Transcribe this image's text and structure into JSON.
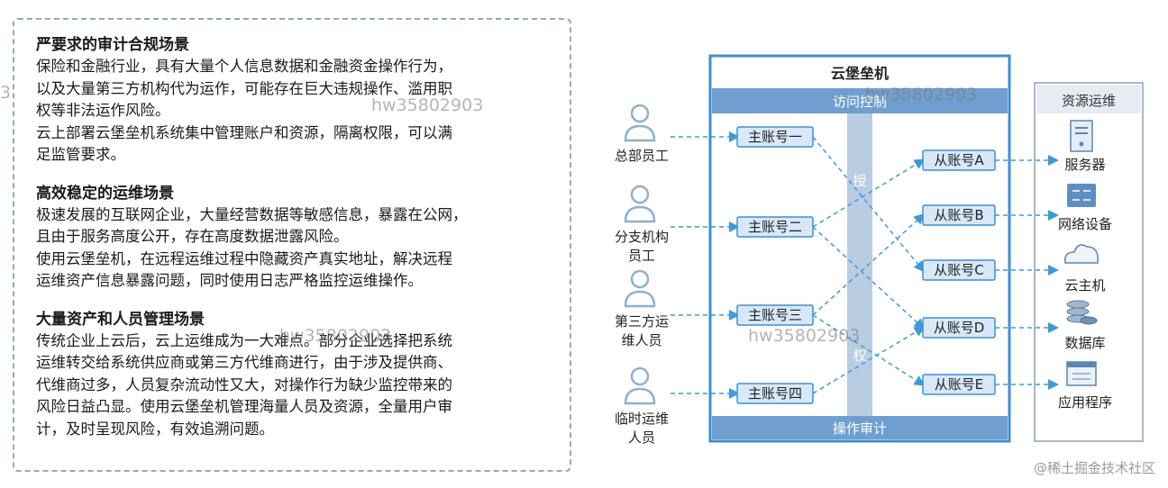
{
  "sections": [
    {
      "title": "严要求的审计合规场景",
      "body": "保险和金融行业，具有大量个人信息数据和金融资金操作行为，\n以及大量第三方机构代为运作，可能存在巨大违规操作、滥用职\n权等非法运作风险。\n云上部署云堡垒机系统集中管理账户和资源，隔离权限，可以满\n足监管要求。"
    },
    {
      "title": "高效稳定的运维场景",
      "body": "极速发展的互联网企业，大量经营数据等敏感信息，暴露在公网，\n且由于服务高度公开，存在高度数据泄露风险。\n使用云堡垒机，在远程运维过程中隐藏资产真实地址，解决远程\n运维资产信息暴露问题，同时使用日志严格监控运维操作。"
    },
    {
      "title": "大量资产和人员管理场景",
      "body": "传统企业上云后，云上运维成为一大难点。部分企业选择把系统\n运维转交给系统供应商或第三方代维商进行，由于涉及提供商、\n代维商过多，人员复杂流动性又大，对操作行为缺少监控带来的\n风险日益凸显。使用云堡垒机管理海量人员及资源，全量用户审\n计，及时呈现风险，有效追溯问题。"
    }
  ],
  "diagram": {
    "bastion_title": "云堡垒机",
    "access_control": "访问控制",
    "operation_audit": "操作审计",
    "authorize_chars": [
      "授",
      "权"
    ],
    "users": [
      {
        "lines": [
          "总部员工"
        ]
      },
      {
        "lines": [
          "分支机构",
          "员工"
        ]
      },
      {
        "lines": [
          "第三方运",
          "维人员"
        ]
      },
      {
        "lines": [
          "临时运维",
          "人员"
        ]
      }
    ],
    "main_accounts": [
      "主账号一",
      "主账号二",
      "主账号三",
      "主账号四"
    ],
    "sub_accounts": [
      "从账号A",
      "从账号B",
      "从账号C",
      "从账号D",
      "从账号E"
    ],
    "resource_title": "资源运维",
    "resources": [
      {
        "label": "服务器",
        "icon": "server-icon"
      },
      {
        "label": "网络设备",
        "icon": "network-device-icon"
      },
      {
        "label": "云主机",
        "icon": "cloud-host-icon"
      },
      {
        "label": "数据库",
        "icon": "database-icon"
      },
      {
        "label": "应用程序",
        "icon": "application-icon"
      }
    ],
    "colors": {
      "frame": "#3f8fd2",
      "band": "#6f9fd0",
      "box_fill": "#d8e8f8",
      "box_border": "#3f8fd2",
      "arrow": "#3e9ad8",
      "person": "#8fb0cc"
    }
  },
  "watermarks": [
    "hw35802903",
    "hw35802903",
    "hw35802903",
    "hw35802903",
    "3"
  ],
  "attribution": "@稀土掘金技术社区"
}
